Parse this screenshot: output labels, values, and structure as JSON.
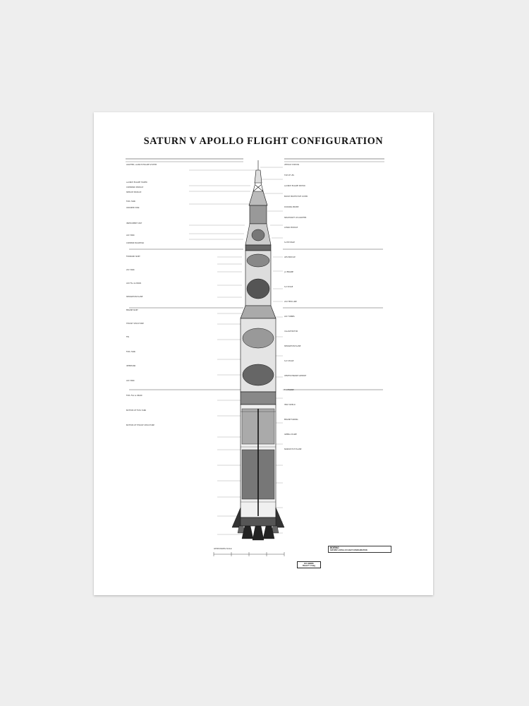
{
  "document": {
    "title": "SATURN V APOLLO FLIGHT CONFIGURATION"
  },
  "stamp": {
    "line1": "EX LIBRIS",
    "line2": "David T. Craig"
  },
  "title_block": {
    "company": "BOEING",
    "drawing_title": "SATURN V APOLLO FLIGHT CONFIGURATION"
  },
  "scale_label": "APPROXIMATE SCALE",
  "left_notes": [
    "ADAPTER, LAUNCH ESCAPE SYSTEM",
    "LAUNCH ESCAPE TOWER",
    "COMMAND MODULE",
    "SERVICE MODULE",
    "FUEL TANK",
    "OXIDIZER TANK",
    "INSTRUMENT UNIT",
    "LOX TANK",
    "COMMON BULKHEAD",
    "FORWARD SKIRT",
    "LH2 TANK",
    "LOX FILL & DRAIN",
    "SEPARATION PLANE",
    "ENGINE SKIRT",
    "THRUST STRUCTURE",
    "FIN",
    "FUEL TANK",
    "INTERTANK",
    "LOX TANK",
    "FUEL FILL & DRAIN",
    "BOTTOM OF FUEL TANK",
    "BOTTOM OF THRUST STRUCTURE"
  ],
  "right_notes": [
    "VEHICLE STATION",
    "TOP OF LES",
    "LAUNCH ESCAPE MOTOR",
    "BOOST PROTECTIVE COVER",
    "DOCKING PROBE",
    "SPACECRAFT LM ADAPTER",
    "LUNAR MODULE",
    "S-IVB STAGE",
    "APS MODULE",
    "J-2 ENGINE",
    "S-II STAGE",
    "LH2 FEED LINE",
    "LOX TUNNEL",
    "ULLAGE MOTOR",
    "SEPARATION PLANE",
    "S-IC STAGE",
    "CENTER ENGINE SUPPORT",
    "F-1 ENGINE",
    "HEAT SHIELD",
    "ENGINE FAIRING",
    "GIMBAL PLANE",
    "NOZZLE EXIT PLANE"
  ],
  "colors": {
    "ink": "#111111",
    "paper": "#ffffff",
    "background": "#eeeeee"
  }
}
